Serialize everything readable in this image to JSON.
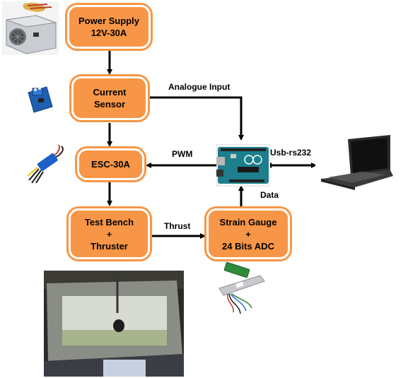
{
  "nodes": {
    "power_supply": [
      "Power Supply",
      "12V-30A"
    ],
    "current_sensor": [
      "Current",
      "Sensor"
    ],
    "esc": [
      "ESC-30A"
    ],
    "test_bench": [
      "Test Bench",
      "+",
      "Thruster"
    ],
    "strain_gauge": [
      "Strain Gauge",
      "+",
      "24 Bits ADC"
    ]
  },
  "edge_labels": {
    "analogue": "Analogue Input",
    "pwm": "PWM",
    "usb": "Usb-rs232",
    "data": "Data",
    "thrust": "Thrust",
    "pc": "PC"
  },
  "colors": {
    "node_fill": "#f79646",
    "arrow": "#000000",
    "arduino": "#1d7f8c"
  }
}
